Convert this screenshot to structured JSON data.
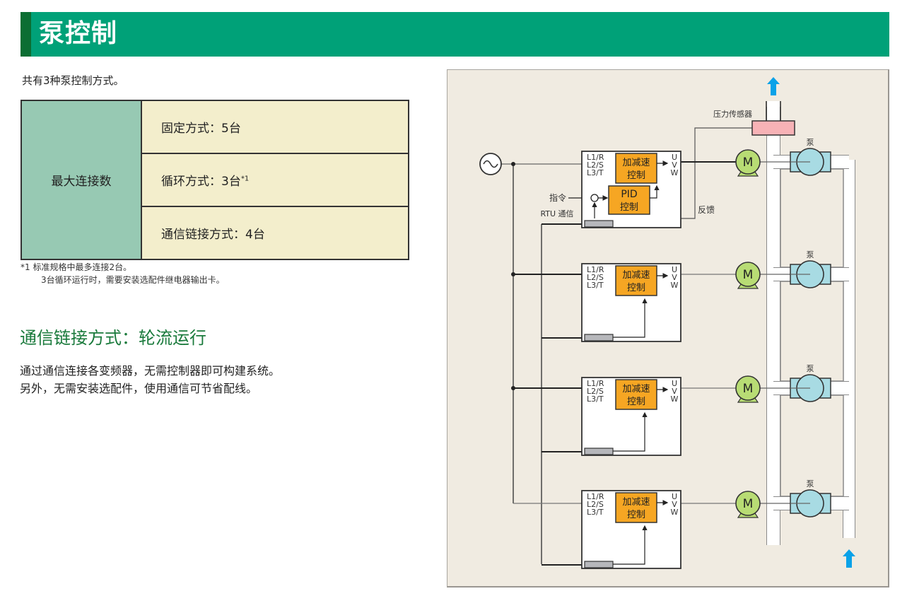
{
  "header": {
    "title": "泵控制",
    "accent_color": "#00a178",
    "bar_color": "#0b6e33"
  },
  "intro": "共有3种泵控制方式。",
  "spec_table": {
    "label": "最大连接数",
    "rows": [
      {
        "text": "固定方式：5台",
        "sup": ""
      },
      {
        "text": "循环方式：3台",
        "sup": "*1"
      },
      {
        "text": "通信链接方式：4台",
        "sup": ""
      }
    ]
  },
  "footnote": {
    "line1": "*1  标准规格中最多连接2台。",
    "line2": "3台循环运行时，需要安装选配件继电器输出卡。"
  },
  "section": {
    "title": "通信链接方式：轮流运行",
    "body_line1": "通过通信连接各变频器，无需控制器即可构建系统。",
    "body_line2": "另外，无需安装选配件，使用通信可节省配线。"
  },
  "diagram": {
    "pressure_sensor": "压力传感器",
    "feedback": "反馈",
    "command": "指令",
    "rtu": "RTU 通信",
    "pid_line1": "PID",
    "pid_line2": "控制",
    "accel_line1": "加减速",
    "accel_line2": "控制",
    "input_terminals": [
      "L1/R",
      "L2/S",
      "L3/T"
    ],
    "output_terminals": [
      "U",
      "V",
      "W"
    ],
    "motor": "M",
    "pump": "泵",
    "units": 4
  }
}
